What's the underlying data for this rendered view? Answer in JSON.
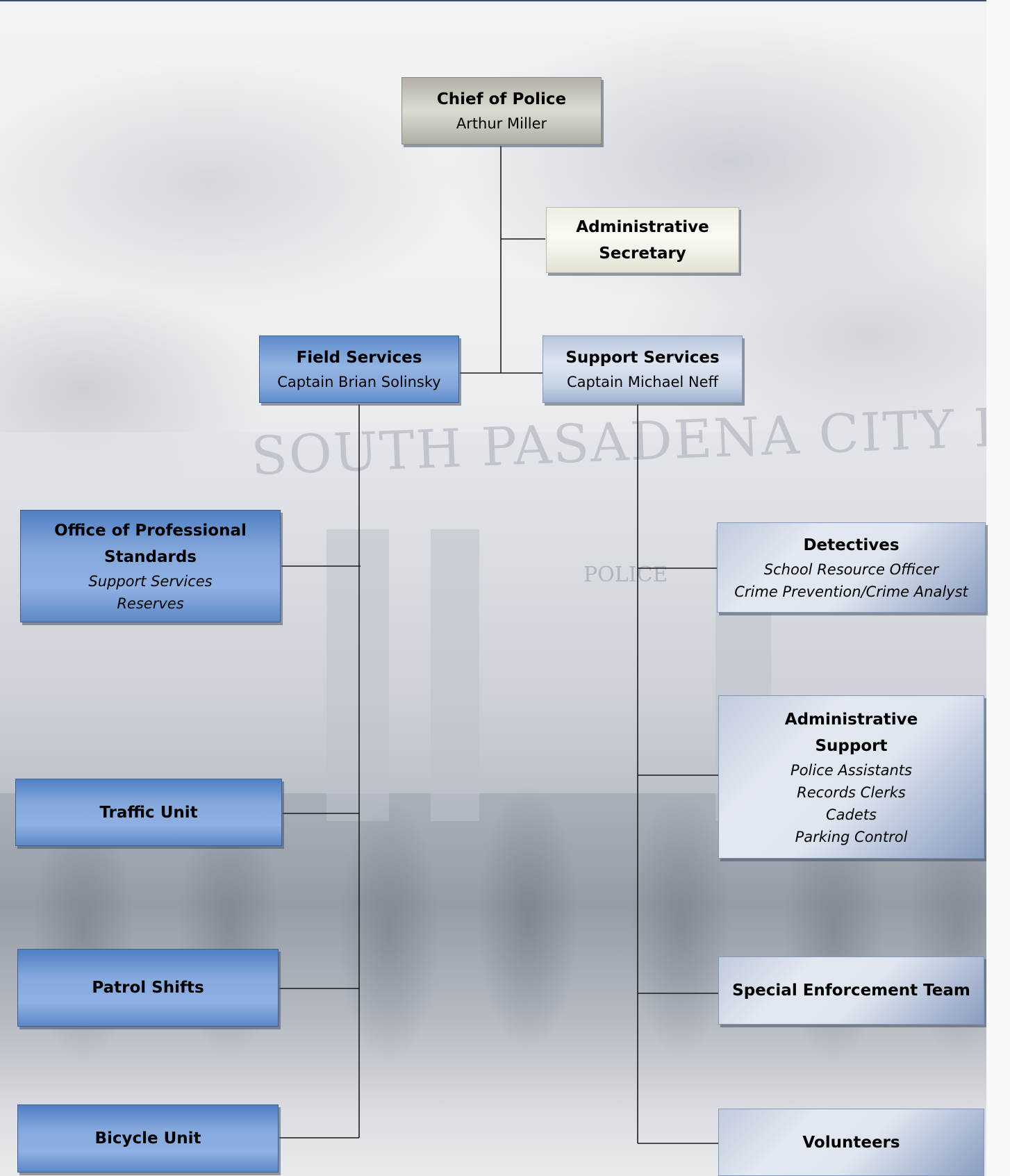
{
  "org_chart": {
    "chief": {
      "title": "Chief of Police",
      "name": "Arthur Miller"
    },
    "secretary": {
      "title_line1": "Administrative",
      "title_line2": "Secretary"
    },
    "field_services": {
      "title": "Field Services",
      "name": "Captain Brian Solinsky"
    },
    "support_services": {
      "title": "Support Services",
      "name": "Captain Michael Neff"
    },
    "professional_standards": {
      "title_line1": "Office of Professional",
      "title_line2": "Standards",
      "items": [
        "Support Services",
        "Reserves"
      ]
    },
    "traffic_unit": {
      "title": "Traffic Unit"
    },
    "patrol_shifts": {
      "title": "Patrol Shifts"
    },
    "bicycle_unit": {
      "title": "Bicycle Unit"
    },
    "detectives": {
      "title": "Detectives",
      "items": [
        "School Resource Officer",
        "Crime Prevention/Crime Analyst"
      ]
    },
    "administrative_support": {
      "title_line1": "Administrative",
      "title_line2": "Support",
      "items": [
        "Police Assistants",
        "Records Clerks",
        "Cadets",
        "Parking Control"
      ]
    },
    "special_enforcement": {
      "title": "Special Enforcement Team"
    },
    "volunteers": {
      "title": "Volunteers"
    }
  },
  "background": {
    "sign_text": "SOUTH PASADENA CITY HALL",
    "police_text": "POLICE"
  }
}
